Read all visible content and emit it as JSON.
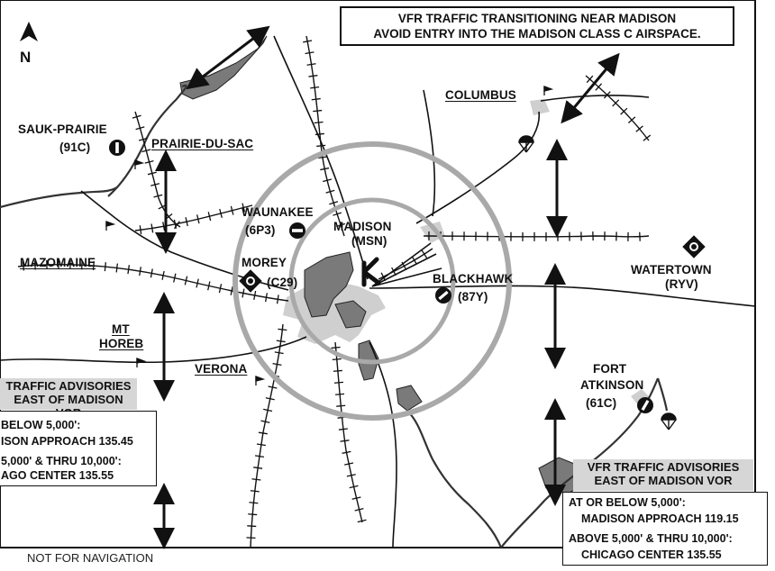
{
  "title": {
    "line1": "VFR TRAFFIC TRANSITIONING NEAR MADISON",
    "line2": "AVOID ENTRY INTO THE MADISON CLASS C AIRSPACE."
  },
  "north_label": "N",
  "labels": {
    "sauk_prairie": "SAUK-PRAIRIE",
    "sauk_prairie_code": "(91C)",
    "prairie_du_sac": "PRAIRIE-DU-SAC",
    "mazomaine": "MAZOMAINE",
    "waunakee": "WAUNAKEE",
    "waunakee_code": "(6P3)",
    "madison": "MADISON",
    "madison_code": "(MSN)",
    "morey": "MOREY",
    "morey_code": "(C29)",
    "blackhawk": "BLACKHAWK",
    "blackhawk_code": "(87Y)",
    "columbus": "COLUMBUS",
    "watertown": "WATERTOWN",
    "watertown_code": "(RYV)",
    "mt_horeb_1": "MT",
    "mt_horeb_2": "HOREB",
    "verona": "VERONA",
    "fort_atkinson_1": "FORT",
    "fort_atkinson_2": "ATKINSON",
    "fort_atkinson_code": "(61C)"
  },
  "advisory_west": {
    "head1": "TRAFFIC ADVISORIES",
    "head2": "EAST OF MADISON VOR",
    "line1": "BELOW 5,000':",
    "line2": "ISON APPROACH 135.45",
    "line3": "5,000' & THRU 10,000':",
    "line4": "AGO CENTER 135.55"
  },
  "advisory_east": {
    "head1": "VFR TRAFFIC ADVISORIES",
    "head2": "EAST OF MADISON VOR",
    "line1": "AT OR BELOW 5,000':",
    "line2": "MADISON APPROACH 119.15",
    "line3": "ABOVE 5,000' & THRU 10,000':",
    "line4": "CHICAGO CENTER 135.55"
  },
  "footer": "NOT FOR NAVIGATION",
  "colors": {
    "ink": "#111111",
    "water": "#7a7a7a",
    "urban": "#cfcfcf",
    "class_c_ring": "#a9a9a9",
    "advisory_header": "#d6d6d6"
  }
}
